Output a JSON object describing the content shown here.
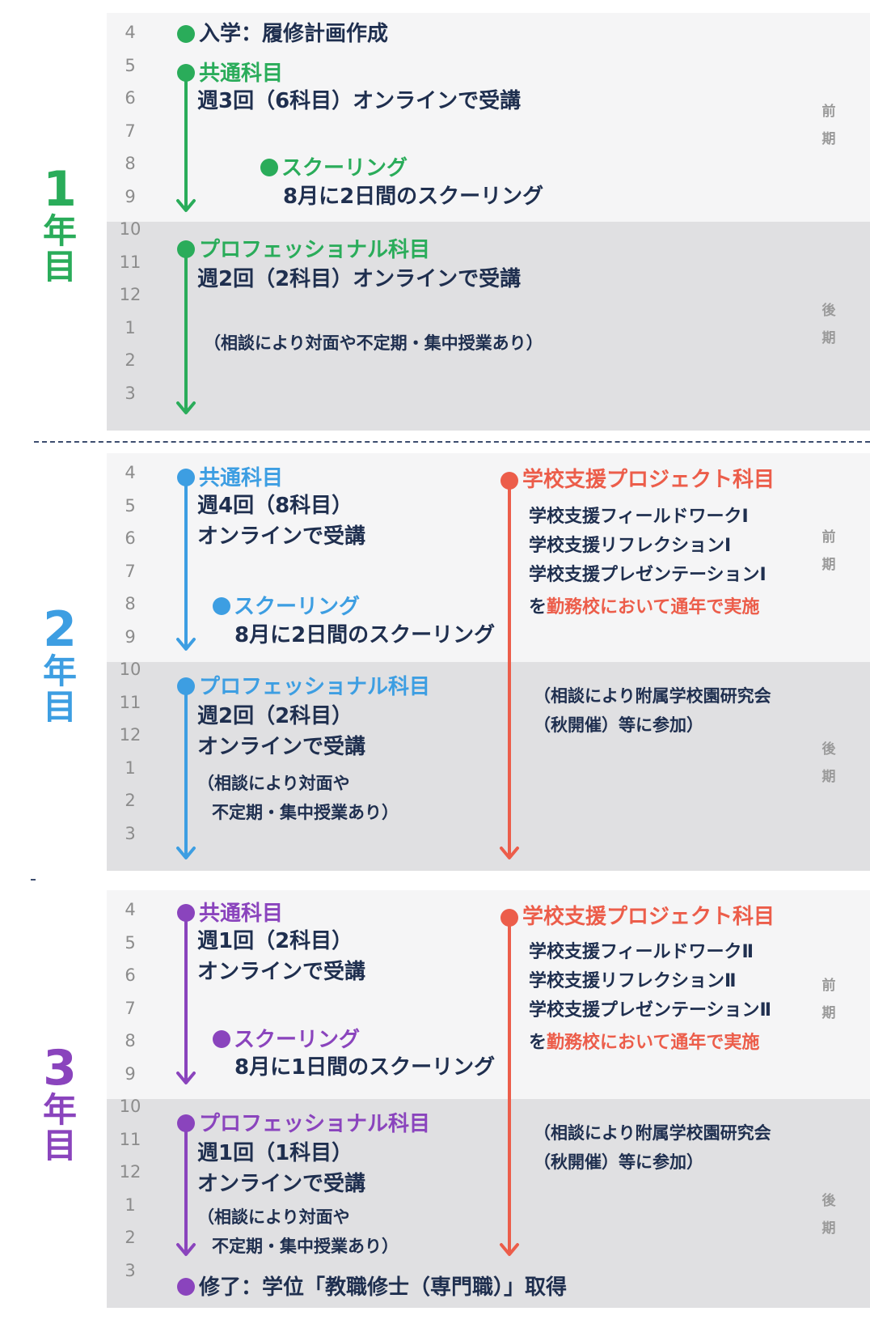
{
  "colors": {
    "year1": "#2aac5a",
    "year2": "#3d9ee2",
    "year3": "#8a44bd",
    "project": "#ec5d4a",
    "text": "#1f2f4f",
    "band_light": "#f5f5f6",
    "band_dark": "#e0e0e2"
  },
  "months": [
    "4",
    "5",
    "6",
    "7",
    "8",
    "9",
    "10",
    "11",
    "12",
    "1",
    "2",
    "3"
  ],
  "terms": {
    "first": [
      "前",
      "期"
    ],
    "second": [
      "後",
      "期"
    ]
  },
  "years": [
    {
      "label": [
        "1",
        "年",
        "目"
      ],
      "enrollment": "入学：履修計画作成",
      "common": {
        "title": "共通科目",
        "lines": [
          "週3回（6科目）オンラインで受講"
        ]
      },
      "schooling": {
        "title": "スクーリング",
        "text": "8月に2日間のスクーリング"
      },
      "professional": {
        "title": "プロフェッショナル科目",
        "lines": [
          "週2回（2科目）オンラインで受講"
        ],
        "notes": [
          "（相談により対面や不定期・集中授業あり）"
        ]
      }
    },
    {
      "label": [
        "2",
        "年",
        "目"
      ],
      "common": {
        "title": "共通科目",
        "lines": [
          "週4回（8科目）",
          "オンラインで受講"
        ]
      },
      "schooling": {
        "title": "スクーリング",
        "text": "8月に2日間のスクーリング"
      },
      "professional": {
        "title": "プロフェッショナル科目",
        "lines": [
          "週2回（2科目）",
          "オンラインで受講"
        ],
        "notes": [
          "（相談により対面や",
          "不定期・集中授業あり）"
        ]
      },
      "project": {
        "title": "学校支援プロジェクト科目",
        "items": [
          "学校支援フィールドワークⅠ",
          "学校支援リフレクションⅠ",
          "学校支援プレゼンテーションⅠ"
        ],
        "wo": "を",
        "implement": "勤務校において通年で実施",
        "notes": [
          "（相談により附属学校園研究会",
          "（秋開催）等に参加）"
        ]
      }
    },
    {
      "label": [
        "3",
        "年",
        "目"
      ],
      "common": {
        "title": "共通科目",
        "lines": [
          "週1回（2科目）",
          "オンラインで受講"
        ]
      },
      "schooling": {
        "title": "スクーリング",
        "text": "8月に1日間のスクーリング"
      },
      "professional": {
        "title": "プロフェッショナル科目",
        "lines": [
          "週1回（1科目）",
          "オンラインで受講"
        ],
        "notes": [
          "（相談により対面や",
          "不定期・集中授業あり）"
        ]
      },
      "project": {
        "title": "学校支援プロジェクト科目",
        "items": [
          "学校支援フィールドワークⅡ",
          "学校支援リフレクションⅡ",
          "学校支援プレゼンテーションⅡ"
        ],
        "wo": "を",
        "implement": "勤務校において通年で実施",
        "notes": [
          "（相談により附属学校園研究会",
          "（秋開催）等に参加）"
        ]
      },
      "completion": "修了：学位「教職修士（専門職）」取得"
    }
  ]
}
